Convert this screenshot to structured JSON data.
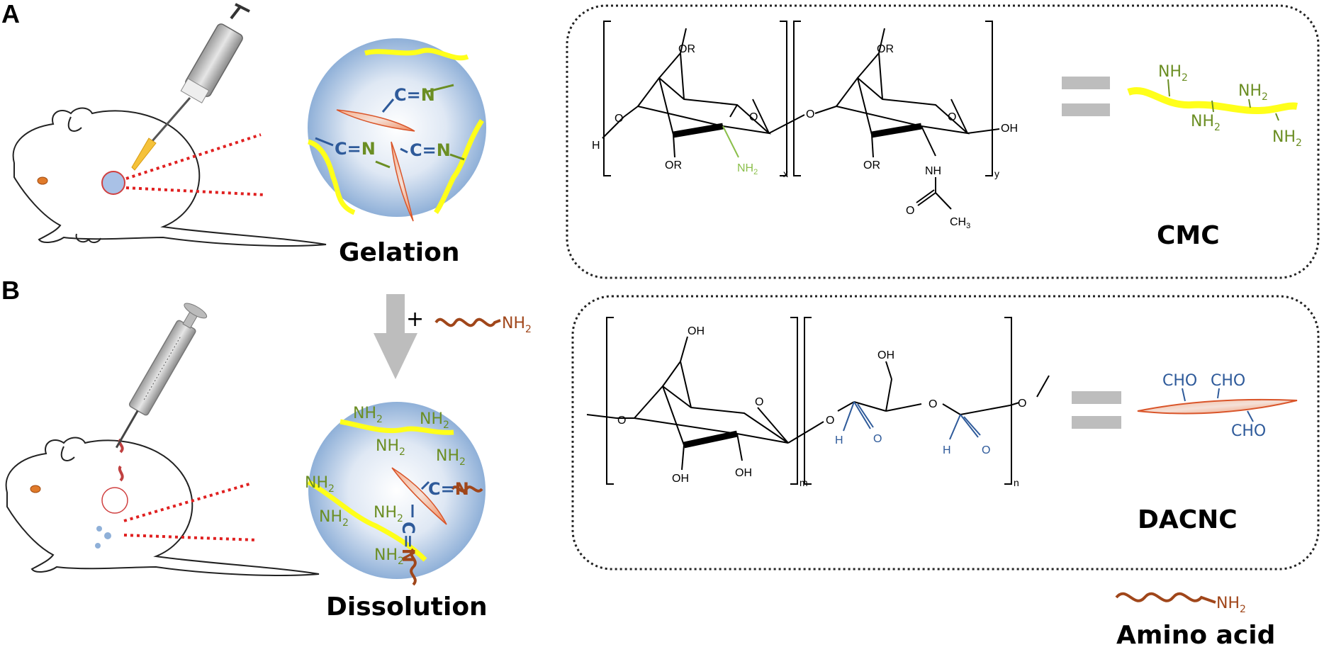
{
  "panels": {
    "a": "A",
    "b": "B"
  },
  "gelation_label": "Gelation",
  "dissolution_label": "Dissolution",
  "plus_sign": "+",
  "bond_c": "C",
  "bond_eq": "=",
  "bond_n": "N",
  "nh2_label": "NH",
  "sub_2": "2",
  "sub_3": "3",
  "cmc": {
    "name": "CMC",
    "or": "OR",
    "o": "O",
    "h": "H",
    "oh": "OH",
    "nh": "NH",
    "ch": "CH",
    "x": "x",
    "y": "y"
  },
  "dacnc": {
    "name": "DACNC",
    "oh": "OH",
    "o": "O",
    "h": "H",
    "cho": "CHO",
    "m": "m",
    "n": "n"
  },
  "amino_acid_label": "Amino acid",
  "colors": {
    "yellow_chain": "#ffff1a",
    "crystal_fill": "#f08a5d",
    "crystal_stroke": "#d9552a",
    "amine_green": "#6b8e23",
    "bond_blue": "#2e5a9a",
    "amino_brown": "#a0461a",
    "sphere_blue": "#8fb0d8",
    "red_dots": "#e02020",
    "arrow_gray": "#bdbdbd"
  }
}
